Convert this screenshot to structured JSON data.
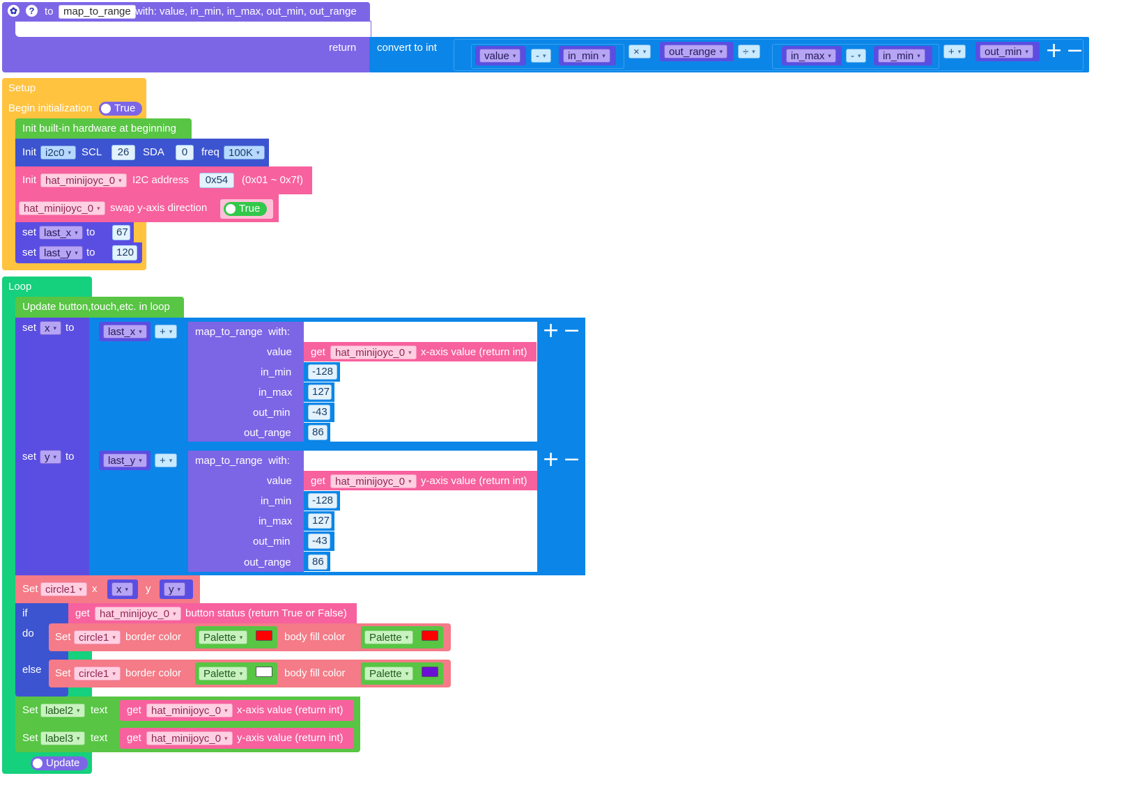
{
  "func": {
    "to": "to",
    "name": "map_to_range",
    "params": "with: value, in_min, in_max, out_min, out_range",
    "return": "return",
    "convert": "convert to int",
    "ops": {
      "minus": "-",
      "times": "×",
      "div": "÷",
      "plus": "+"
    },
    "vars": {
      "value": "value",
      "in_min": "in_min",
      "out_range": "out_range",
      "in_max": "in_max",
      "out_min": "out_min"
    }
  },
  "setup": {
    "label": "Setup",
    "begin": "Begin initialization",
    "begin_toggle": "True",
    "init_hw": "Init built-in hardware at beginning",
    "i2c": {
      "init": "Init",
      "bus": "i2c0",
      "scl": "SCL",
      "scl_val": "26",
      "sda": "SDA",
      "sda_val": "0",
      "freq": "freq",
      "freq_val": "100K"
    },
    "hat": {
      "init": "Init",
      "name": "hat_minijoyc_0",
      "addr_label": "I2C address",
      "addr": "0x54",
      "range": "(0x01 ~ 0x7f)"
    },
    "swap": {
      "name": "hat_minijoyc_0",
      "label": "swap y-axis direction",
      "value": "True"
    },
    "set1": {
      "set": "set",
      "var": "last_x",
      "to": "to",
      "val": "67"
    },
    "set2": {
      "set": "set",
      "var": "last_y",
      "to": "to",
      "val": "120"
    }
  },
  "loop": {
    "label": "Loop",
    "update_btn": "Update button,touch,etc. in loop",
    "setx": {
      "set": "set",
      "var": "x",
      "to": "to",
      "last": "last_x",
      "op": "+",
      "call": "map_to_range",
      "with": "with:",
      "rows": {
        "value": "value",
        "in_min": "in_min",
        "in_max": "in_max",
        "out_min": "out_min",
        "out_range": "out_range"
      },
      "get": "get",
      "hat": "hat_minijoyc_0",
      "axis": "x-axis value (return int)",
      "in_min": "-128",
      "in_max": "127",
      "out_min": "-43",
      "out_range": "86"
    },
    "sety": {
      "set": "set",
      "var": "y",
      "to": "to",
      "last": "last_y",
      "op": "+",
      "call": "map_to_range",
      "with": "with:",
      "rows": {
        "value": "value",
        "in_min": "in_min",
        "in_max": "in_max",
        "out_min": "out_min",
        "out_range": "out_range"
      },
      "get": "get",
      "hat": "hat_minijoyc_0",
      "axis": "y-axis value (return int)",
      "in_min": "-128",
      "in_max": "127",
      "out_min": "-43",
      "out_range": "86"
    },
    "circle": {
      "set": "Set",
      "name": "circle1",
      "x": "x",
      "xvar": "x",
      "y": "y",
      "yvar": "y"
    },
    "ifblock": {
      "if": "if",
      "do": "do",
      "else": "else",
      "get": "get",
      "hat": "hat_minijoyc_0",
      "status": "button status (return True or False)",
      "set": "Set",
      "circle": "circle1",
      "border": "border color",
      "body": "body fill color",
      "palette": "Palette",
      "colors": {
        "do_border": "#ff0000",
        "do_body": "#ff0000",
        "else_border": "#ffffff",
        "else_body": "#6a0fd4"
      }
    },
    "label2": {
      "set": "Set",
      "name": "label2",
      "text": "text",
      "get": "get",
      "hat": "hat_minijoyc_0",
      "axis": "x-axis value (return int)"
    },
    "label3": {
      "set": "Set",
      "name": "label3",
      "text": "text",
      "get": "get",
      "hat": "hat_minijoyc_0",
      "axis": "y-axis value (return int)"
    },
    "update": "Update"
  },
  "colors": {
    "function": "#7d66e6",
    "math": "#0b86e8",
    "setup": "#ffc340",
    "loop": "#15d07c",
    "hardware": "#58c544",
    "i2c": "#3c54d0",
    "hat": "#f7619e",
    "variable": "#5a4ee2",
    "screen_circle": "#f47b87"
  }
}
